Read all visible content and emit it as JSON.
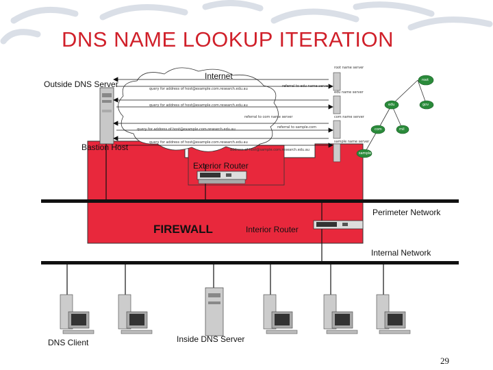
{
  "title": "DNS NAME LOOKUP ITERATION",
  "labels": {
    "internet": "Internet",
    "outside_dns": "Outside DNS Server",
    "bastion": "Bastion Host",
    "exterior_router": "Exterior Router",
    "perimeter": "Perimeter Network",
    "firewall": "FIREWALL",
    "interior_router": "Interior Router",
    "internal": "Internal Network",
    "dns_client": "DNS Client",
    "inside_dns": "Inside DNS Server"
  },
  "messages": {
    "q1": "query for address of host@example.com.research.edu.au",
    "r1": "referral to edu name server",
    "q2": "query for address of host@example.com.research.edu.au",
    "r2": "referral to com name server",
    "q3": "query for address of host@example.com.research.edu.au",
    "r3": "referral to sample.com",
    "q4": "query for address of host@example.com.research.edu.au",
    "r4": "address of host@sample.com.research.edu.au"
  },
  "servers": {
    "s1": "root name server",
    "s2": "edu name server",
    "s3": "com name server",
    "s4": "sample name server"
  },
  "tree": {
    "root": "root",
    "edu": "edu",
    "gov": "gov",
    "com": "com",
    "mil": "mil",
    "sample": "sample"
  },
  "page_number": "29",
  "colors": {
    "title": "#d0202a",
    "perimeter_fill": "#e8283c",
    "tree_node": "#2a8a3a",
    "background": "#ffffff"
  }
}
